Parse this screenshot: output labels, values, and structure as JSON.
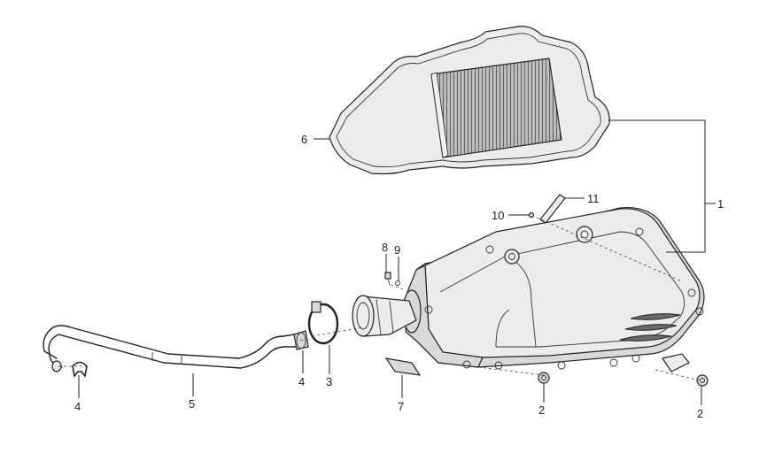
{
  "callouts": [
    {
      "id": "c1",
      "label": "1"
    },
    {
      "id": "c2a",
      "label": "2"
    },
    {
      "id": "c2b",
      "label": "2"
    },
    {
      "id": "c3",
      "label": "3"
    },
    {
      "id": "c4a",
      "label": "4"
    },
    {
      "id": "c4b",
      "label": "4"
    },
    {
      "id": "c5",
      "label": "5"
    },
    {
      "id": "c6",
      "label": "6"
    },
    {
      "id": "c7",
      "label": "7"
    },
    {
      "id": "c8",
      "label": "8"
    },
    {
      "id": "c9",
      "label": "9"
    },
    {
      "id": "c10",
      "label": "10"
    },
    {
      "id": "c11",
      "label": "11"
    }
  ]
}
